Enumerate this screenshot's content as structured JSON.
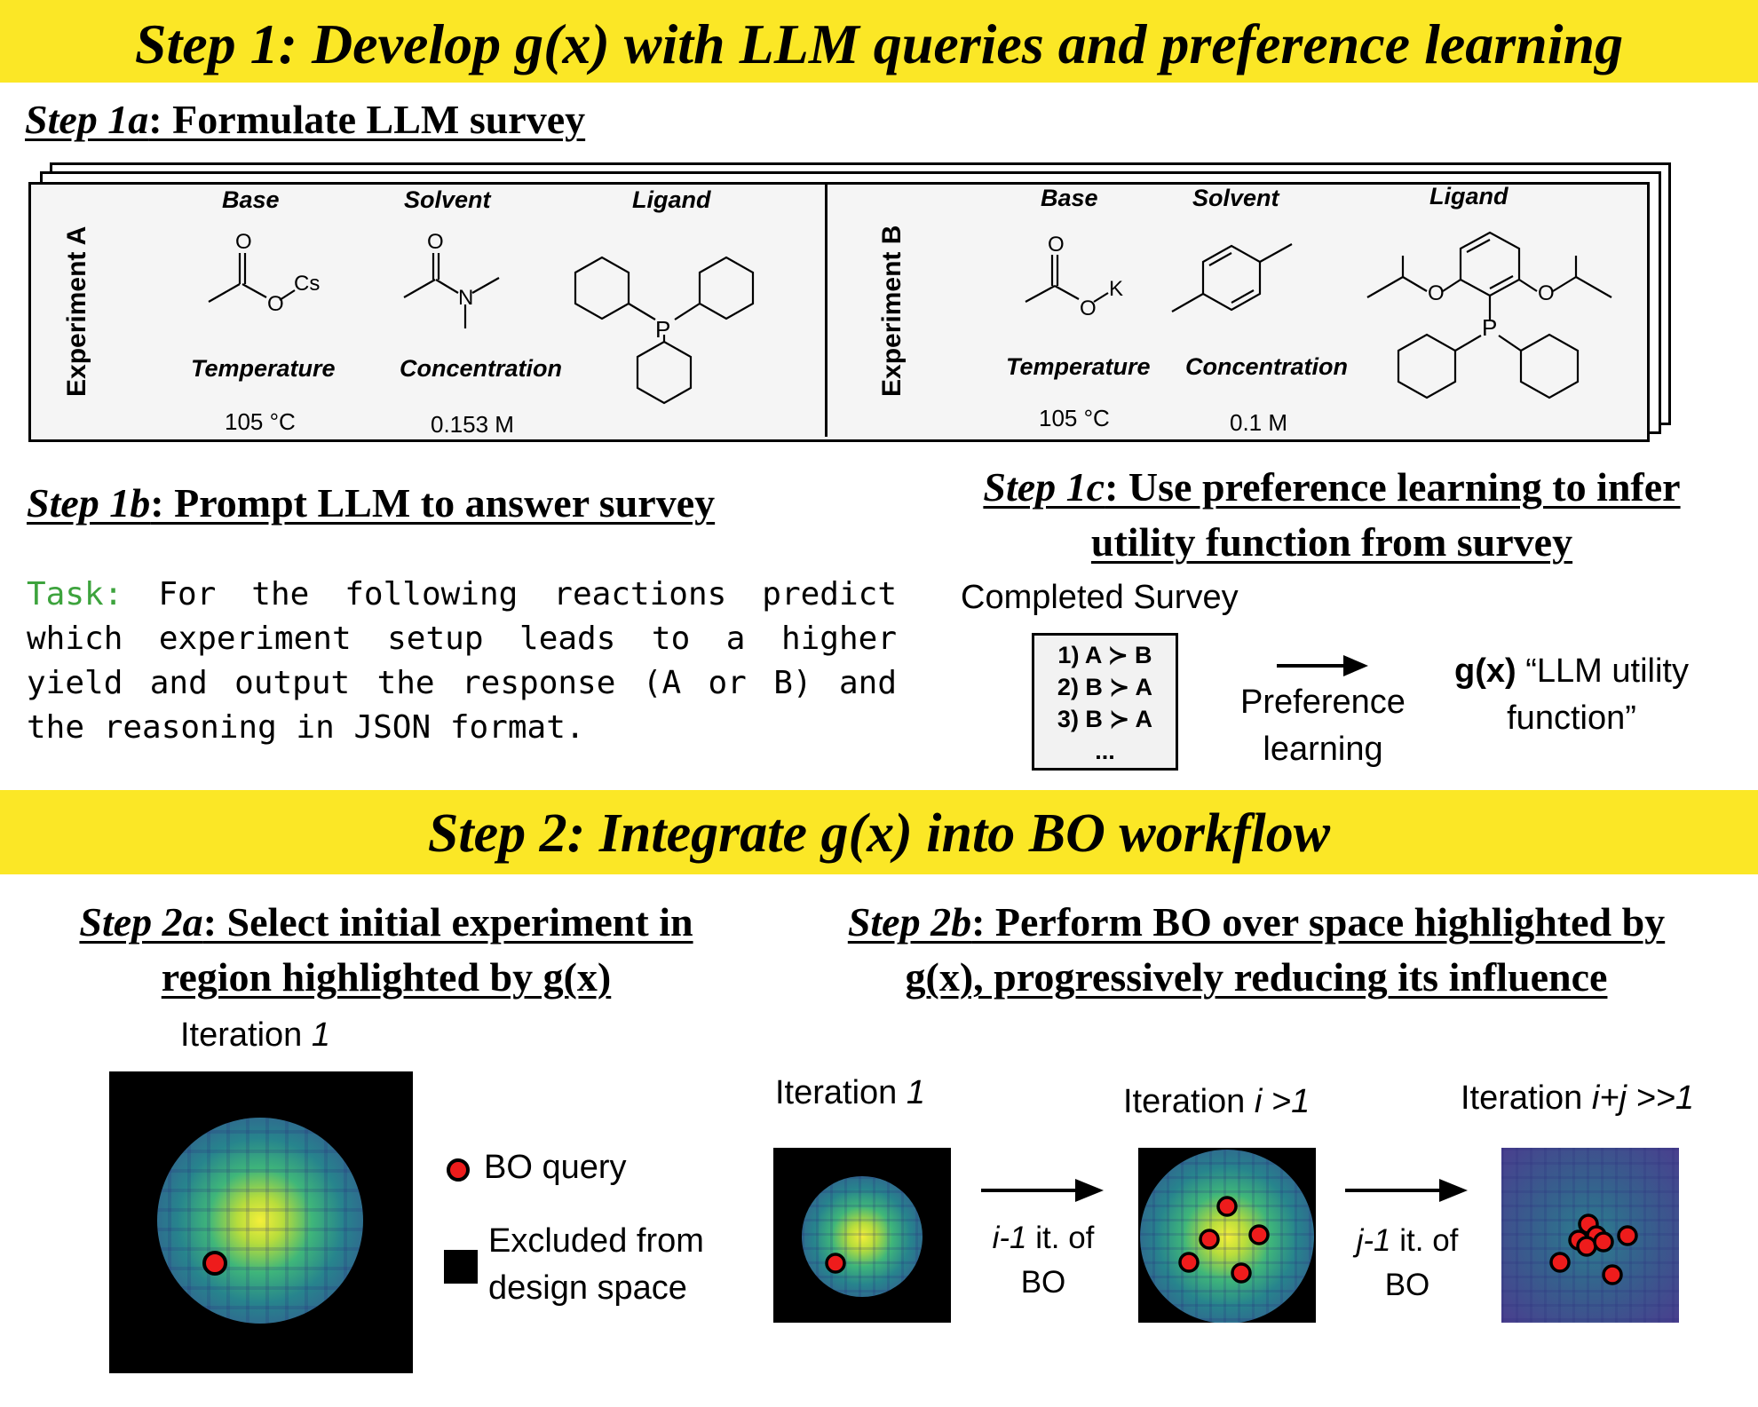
{
  "step1": {
    "banner": "Step 1: Develop g(x) with LLM queries and preference learning",
    "step1a": {
      "step": "Step 1a",
      "rest": ": Formulate LLM survey"
    },
    "step1b": {
      "step": "Step 1b",
      "rest": ": Prompt LLM to answer survey"
    },
    "step1c": {
      "step": "Step 1c",
      "rest_line1": ": Use preference learning to infer",
      "line2": "utility function from survey"
    }
  },
  "survey_card": {
    "experiment_a": {
      "label": "Experiment A",
      "base": "Base",
      "solvent": "Solvent",
      "ligand": "Ligand",
      "temperature_label": "Temperature",
      "temperature": "105 °C",
      "concentration_label": "Concentration",
      "concentration": "0.153 M",
      "base_atoms": {
        "o_top": "O",
        "o": "O",
        "cs": "Cs"
      },
      "solvent_atoms": {
        "o_top": "O",
        "n": "N"
      },
      "ligand_atoms": {
        "p": "P"
      }
    },
    "experiment_b": {
      "label": "Experiment B",
      "base": "Base",
      "solvent": "Solvent",
      "ligand": "Ligand",
      "temperature_label": "Temperature",
      "temperature": "105 °C",
      "concentration_label": "Concentration",
      "concentration": "0.1 M",
      "base_atoms": {
        "o_top": "O",
        "o": "O",
        "k": "K"
      },
      "ligand_atoms": {
        "o1": "O",
        "o2": "O",
        "p": "P"
      }
    }
  },
  "task": {
    "keyword": "Task:",
    "text": " For the following reactions predict which experiment setup leads to a higher yield and output the response (A or B) and the reasoning in JSON format."
  },
  "completed_survey": {
    "title": "Completed Survey",
    "lines": [
      "1) A ≻ B",
      "2) B ≻ A",
      "3) B ≻ A",
      "..."
    ],
    "arrow_label_line1": "Preference",
    "arrow_label_line2": "learning",
    "gx_bold": "g(x)",
    "gx_rest_line1": " “LLM utility",
    "gx_line2": "function”"
  },
  "step2": {
    "banner": "Step 2: Integrate g(x) into BO workflow",
    "step2a": {
      "step": "Step 2a",
      "rest": ": Select initial experiment in",
      "line2": "region highlighted by g(x)"
    },
    "step2b": {
      "step": "Step 2b",
      "rest": ": Perform BO over space highlighted by",
      "line2": "g(x), progressively reducing its influence"
    }
  },
  "iterations": {
    "iter_word": "Iteration",
    "a_num": "1",
    "b1_num": "1",
    "b2_num": "i >1",
    "b3_num": "i+j >>1",
    "arrow1": {
      "var": "i-1",
      "rest": " it. of",
      "line2": "BO"
    },
    "arrow2": {
      "var": "j-1",
      "rest": " it. of",
      "line2": "BO"
    }
  },
  "legend": {
    "bo_query": "BO query",
    "excluded_line1": "Excluded from",
    "excluded_line2": "design space"
  },
  "colors": {
    "banner": "#fbe726",
    "heatmap_center": "#f4ef3a",
    "heatmap_mid": "#3fb67a",
    "heatmap_outer": "#2e6e8e",
    "heatmap_far": "#4a3d8e",
    "query_point": "#ee1c1c",
    "task_keyword": "#3da33d"
  }
}
